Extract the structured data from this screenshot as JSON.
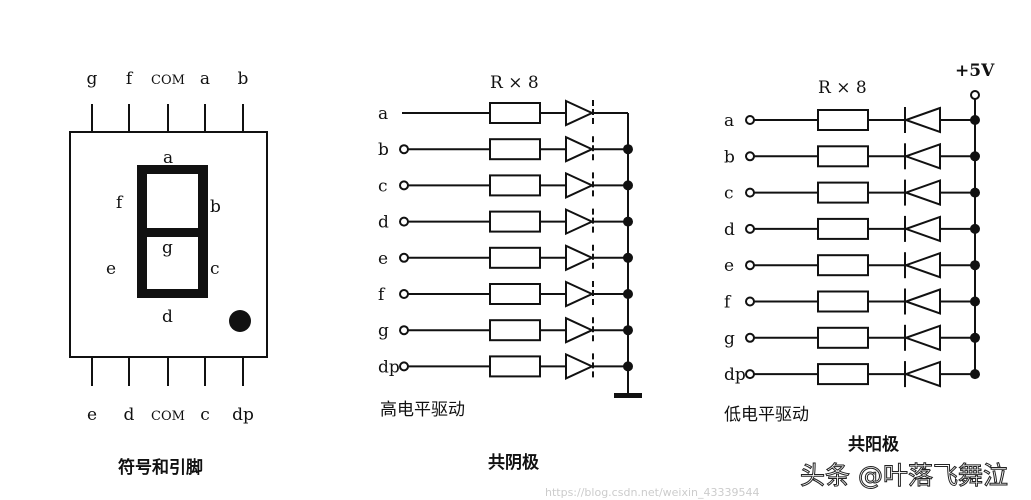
{
  "seven_segment": {
    "top_pins": [
      "g",
      "f",
      "COM",
      "a",
      "b"
    ],
    "bottom_pins": [
      "e",
      "d",
      "COM",
      "c",
      "dp"
    ],
    "segment_labels": {
      "a": "a",
      "b": "b",
      "c": "c",
      "d": "d",
      "e": "e",
      "f": "f",
      "g": "g"
    },
    "caption": "符号和引脚"
  },
  "common_cathode": {
    "resistor_label": "R × 8",
    "rows": [
      "a",
      "b",
      "c",
      "d",
      "e",
      "f",
      "g",
      "dp"
    ],
    "drive_label": "高电平驱动",
    "caption": "共阴极"
  },
  "common_anode": {
    "resistor_label": "R × 8",
    "supply_label": "+5V",
    "rows": [
      "a",
      "b",
      "c",
      "d",
      "e",
      "f",
      "g",
      "dp"
    ],
    "drive_label": "低电平驱动",
    "caption": "共阳极"
  },
  "watermark": {
    "text": "头条 @叶落飞舞泣",
    "url": "https://blog.csdn.net/weixin_43339544"
  }
}
